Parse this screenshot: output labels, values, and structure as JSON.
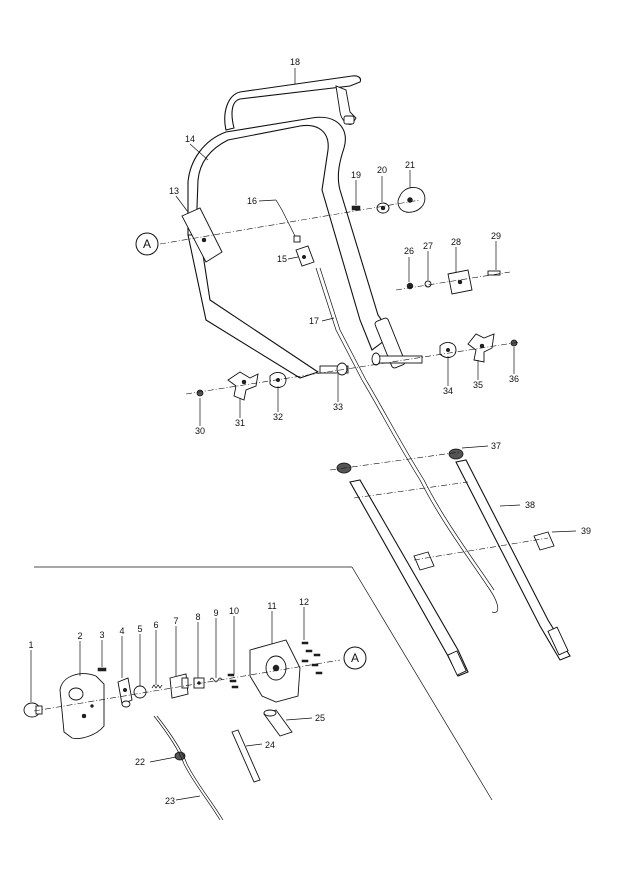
{
  "callouts": {
    "c1": "1",
    "c2": "2",
    "c3": "3",
    "c4": "4",
    "c5": "5",
    "c6": "6",
    "c7": "7",
    "c8": "8",
    "c9": "9",
    "c10": "10",
    "c11": "11",
    "c12": "12",
    "c13": "13",
    "c14": "14",
    "c15": "15",
    "c16": "16",
    "c17": "17",
    "c18": "18",
    "c19": "19",
    "c20": "20",
    "c21": "21",
    "c22": "22",
    "c23": "23",
    "c24": "24",
    "c25": "25",
    "c26": "26",
    "c27": "27",
    "c28": "28",
    "c29": "29",
    "c30": "30",
    "c31": "31",
    "c32": "32",
    "c33": "33",
    "c34": "34",
    "c35": "35",
    "c36": "36",
    "c37": "37",
    "c38": "38",
    "c39": "39"
  },
  "refs": {
    "upper": "A",
    "lower": "A"
  }
}
